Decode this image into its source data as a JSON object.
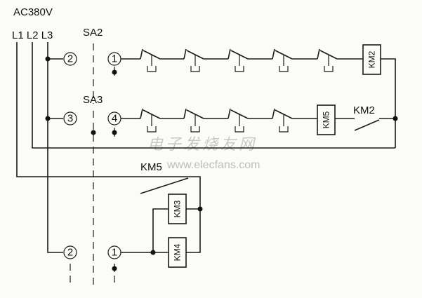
{
  "supply": {
    "voltage": "AC380V",
    "phases": "L1 L2 L3"
  },
  "switches": {
    "sa2": "SA2",
    "sa3": "SA3"
  },
  "terminals": {
    "row1_left": "2",
    "row1_right": "1",
    "row2_left": "3",
    "row2_right": "4",
    "row3_left": "2",
    "row3_right": "1"
  },
  "coils": {
    "km2": "KM2",
    "km5": "KM5",
    "km3": "KM3",
    "km4": "KM4"
  },
  "contacts": {
    "km2_contact": "KM2",
    "km5_contact": "KM5"
  },
  "watermark": {
    "text": "电子发烧友网",
    "url": "www.elecfans.com"
  }
}
